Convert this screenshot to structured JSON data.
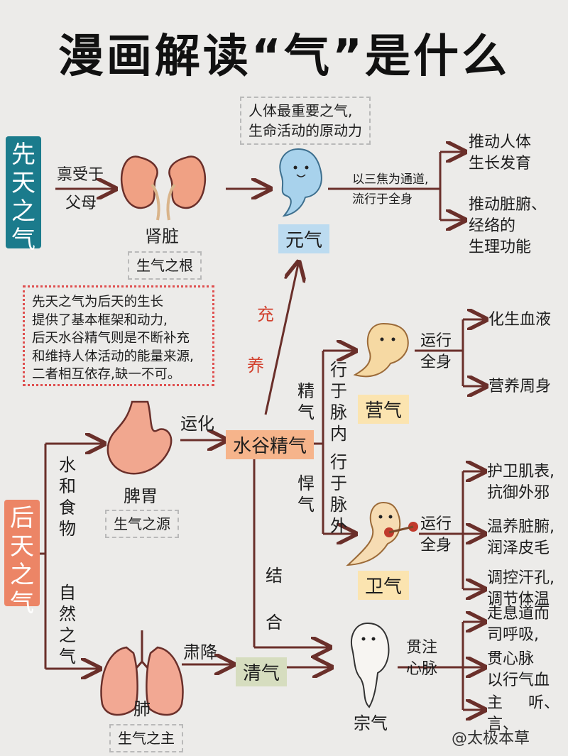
{
  "title": "漫画解读“气”是什么",
  "sections": {
    "xiantian": "先天之气",
    "houtian": "后天之气"
  },
  "yuanqi": {
    "desc_line1": "人体最重要之气,",
    "desc_line2": "生命活动的原动力",
    "label": "元气",
    "source_arrow": [
      "禀受于",
      "父母"
    ],
    "kidney": "肾脏",
    "kidney_note": "生气之根",
    "channel": [
      "以三焦为通道,",
      "流行于全身"
    ],
    "effects": [
      [
        "推动人体",
        "生长发育"
      ],
      [
        "推动脏腑、",
        "经络的",
        "生理功能"
      ]
    ]
  },
  "nourish": [
    "充",
    "养"
  ],
  "note": [
    "先天之气为后天的生长",
    "提供了基本框架和动力,",
    "后天水谷精气则是不断补充",
    "和维持人体活动的能量来源,",
    "二者相互依存,缺一不可。"
  ],
  "spleen": {
    "label": "脾胃",
    "note": "生气之源",
    "input": "水和食物",
    "transform": "运化",
    "essence": "水谷精气"
  },
  "yingqi": {
    "branch": "精气",
    "path": "行于脉内",
    "label": "营气",
    "run": [
      "运行",
      "全身"
    ],
    "effects": [
      "化生血液",
      "营养周身"
    ]
  },
  "weiqi": {
    "branch": "悍气",
    "path": "行于脉外",
    "label": "卫气",
    "run": [
      "运行",
      "全身"
    ],
    "effects": [
      [
        "护卫肌表,",
        "抗御外邪"
      ],
      [
        "温养脏腑,",
        "润泽皮毛"
      ],
      [
        "调控汗孔,",
        "调节体温"
      ]
    ]
  },
  "lung": {
    "label": "肺",
    "note": "生气之主",
    "input": "自然之气",
    "transform": "肃降",
    "qingqi": "清气",
    "combine": [
      "结",
      "合"
    ]
  },
  "zongqi": {
    "label": "宗气",
    "run": [
      "贯注",
      "心脉"
    ],
    "effects": [
      [
        "走息道而",
        "司呼吸,"
      ],
      [
        "贯心脉",
        "以行气血"
      ],
      [
        "主",
        "听、"
      ],
      [
        "言、"
      ]
    ]
  },
  "watermark": "@太极本草",
  "colors": {
    "background": "#ecebe9",
    "xiantian": "#1b7b8c",
    "houtian": "#ec8566",
    "arrow": "#6a2f2a",
    "accent_red": "#d2422f"
  }
}
